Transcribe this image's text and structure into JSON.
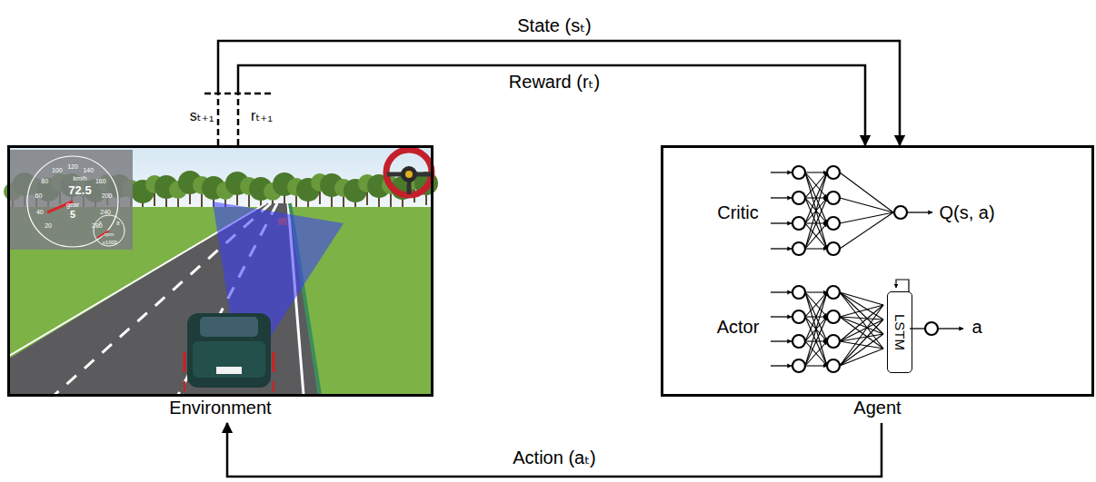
{
  "diagram": {
    "nodes": [
      {
        "text": [
          "Environment"
        ]
      },
      {
        "text": [
          "Agent"
        ]
      },
      {
        "text": [
          "LSTM"
        ],
        "in": 1
      }
    ],
    "edges": [
      {
        "from": 0,
        "to": 1,
        "arrow": "to",
        "label": "State (sₜ)"
      },
      {
        "from": 0,
        "to": 1,
        "arrow": "to",
        "label": "Reward (rₜ)"
      },
      {
        "from": 1,
        "to": 0,
        "arrow": "to",
        "label": "Action (aₜ)"
      }
    ],
    "labels": [
      "sₜ₊₁",
      "rₜ₊₁",
      "Critic",
      "Q(s, a)",
      "Actor",
      "a",
      "72.5",
      "km/h",
      "5",
      "gear",
      "rpm",
      "x1000",
      "20",
      "40",
      "60",
      "80",
      "100",
      "120",
      "140",
      "160",
      "200",
      "240",
      "280",
      "7",
      "8"
    ]
  }
}
